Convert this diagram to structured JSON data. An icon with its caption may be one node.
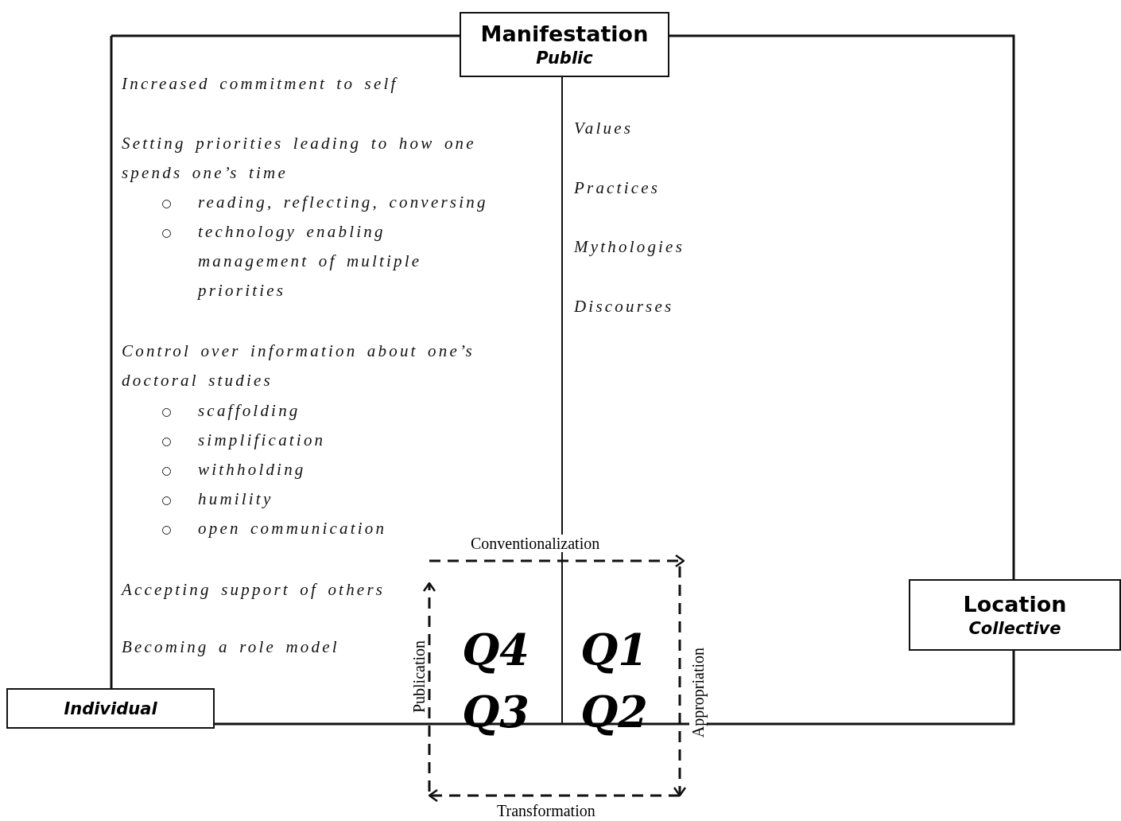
{
  "diagram": {
    "nodes": [
      {
        "text": [
          "Manifestation",
          "Public"
        ]
      },
      {
        "text": [
          "Location",
          "Collective"
        ]
      },
      {
        "text": [
          "Individual"
        ]
      },
      {
        "text": [
          "Q4"
        ]
      },
      {
        "text": [
          "Q1"
        ]
      },
      {
        "text": [
          "Q2"
        ]
      },
      {
        "text": [
          "Q3"
        ]
      }
    ],
    "edges": [
      {
        "from": 3,
        "to": 4,
        "arrow": "to",
        "style": "dashed",
        "label": "Conventionalization"
      },
      {
        "from": 4,
        "to": 5,
        "arrow": "to",
        "style": "dashed",
        "label": "Appropriation"
      },
      {
        "from": 5,
        "to": 6,
        "arrow": "to",
        "style": "dashed",
        "label": "Transformation"
      },
      {
        "from": 6,
        "to": 3,
        "arrow": "to",
        "style": "dashed",
        "label": "Publication"
      }
    ],
    "labels": [
      "Increased commitment to self",
      "Values",
      "Setting priorities leading to how one spends one’s time",
      "Practices",
      "reading, reflecting, conversing",
      "Mythologies",
      "technology enabling management of multiple priorities",
      "Discourses",
      "Control over information about one’s doctoral studies",
      "scaffolding",
      "simplification",
      "withholding",
      "humility",
      "open communication",
      "Accepting support of others",
      "Becoming a role model"
    ]
  }
}
